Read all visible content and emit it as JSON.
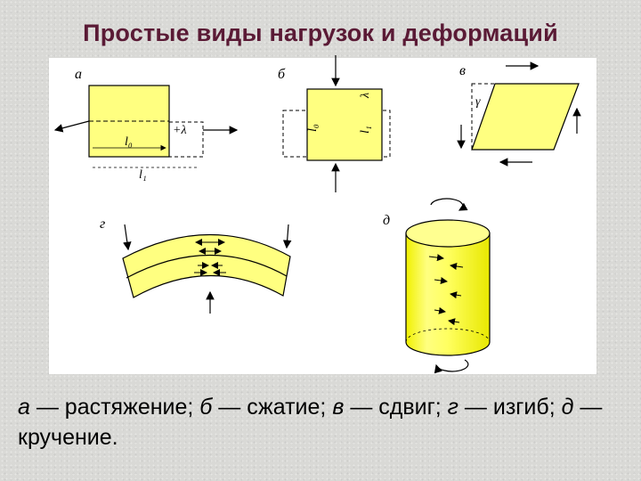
{
  "title": "Простые виды нагрузок и деформаций",
  "figure": {
    "labels": {
      "a": "а",
      "b": "б",
      "v": "в",
      "g": "г",
      "d": "д"
    },
    "symbols": {
      "l0": "l₀",
      "l1": "l₁",
      "plus_lambda": "+λ",
      "lambda": "λ",
      "gamma": "γ"
    },
    "fill_color": "#ffff80",
    "dark_fill_color": "#e6e600"
  },
  "caption": {
    "a": "а",
    "a_text": " — растяжение; ",
    "b": "б",
    "b_text": " — сжатие; ",
    "v": "в",
    "v_text": " — сдвиг; ",
    "g": "г",
    "g_text": " — изгиб; ",
    "d": "д",
    "d_text": " — кручение."
  }
}
